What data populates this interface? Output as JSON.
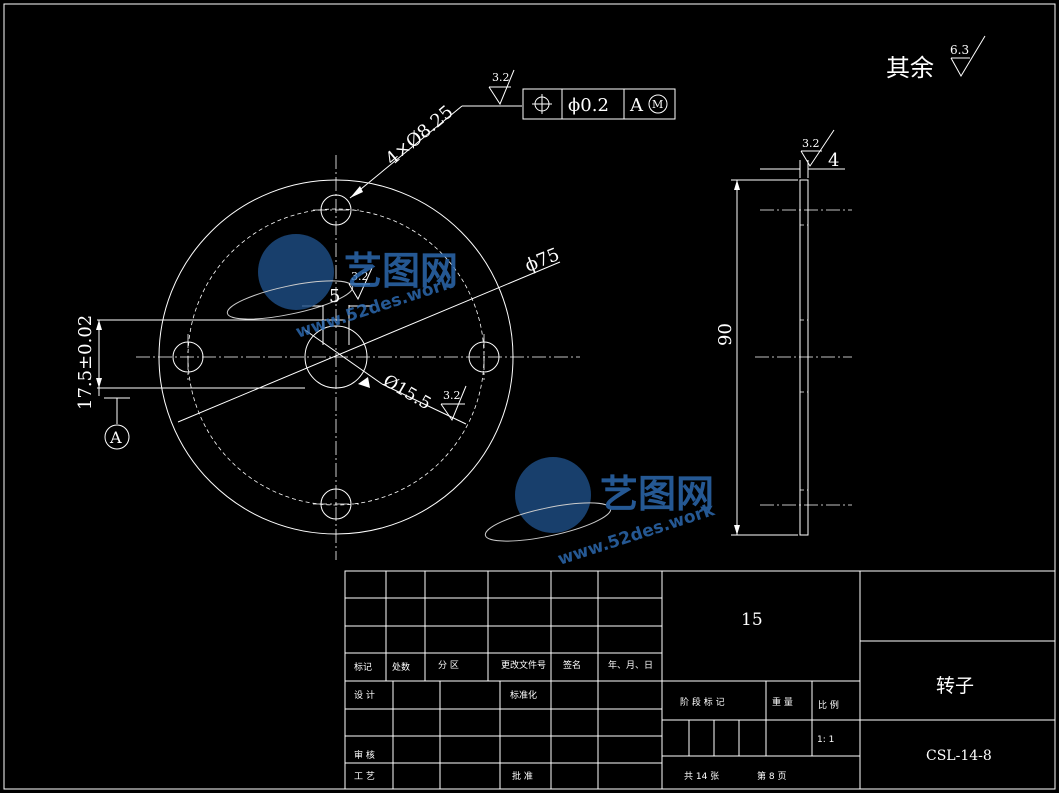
{
  "notes": {
    "roughness_rest_prefix": "其余",
    "roughness_rest_value": "6.3"
  },
  "front_view": {
    "hole_callout": "4×Ø8.25",
    "hole_roughness": "3.2",
    "tolerance_frame": [
      "⌖",
      "ϕ0.2",
      "A",
      "M"
    ],
    "pcd_dim": "ϕ75",
    "bore_dim": "Ø15.5",
    "bore_roughness": "3.2",
    "key_dim": "5",
    "key_roughness": "3.2",
    "height_dim": "17.5±0.02",
    "datum": "A"
  },
  "side_view": {
    "thickness_dim": "4",
    "thickness_roughness": "3.2",
    "height_dim": "90"
  },
  "watermark": {
    "brand": "艺图网",
    "url": "www.52des.work"
  },
  "title_block": {
    "quantity": "15",
    "part_name": "转子",
    "drawing_no": "CSL-14-8",
    "scale": "1: 1",
    "labels": {
      "mark": "标记",
      "count": "处数",
      "zone": "分 区",
      "change_doc": "更改文件号",
      "signature": "签名",
      "date": "年、月、日",
      "design": "设 计",
      "standardize": "标准化",
      "review": "审 核",
      "process": "工 艺",
      "approve": "批 准",
      "stage_mark": "阶 段 标 记",
      "weight": "重 量",
      "ratio": "比 例",
      "total_sheets": "共 14 张",
      "sheet_no": "第 8 页"
    }
  }
}
